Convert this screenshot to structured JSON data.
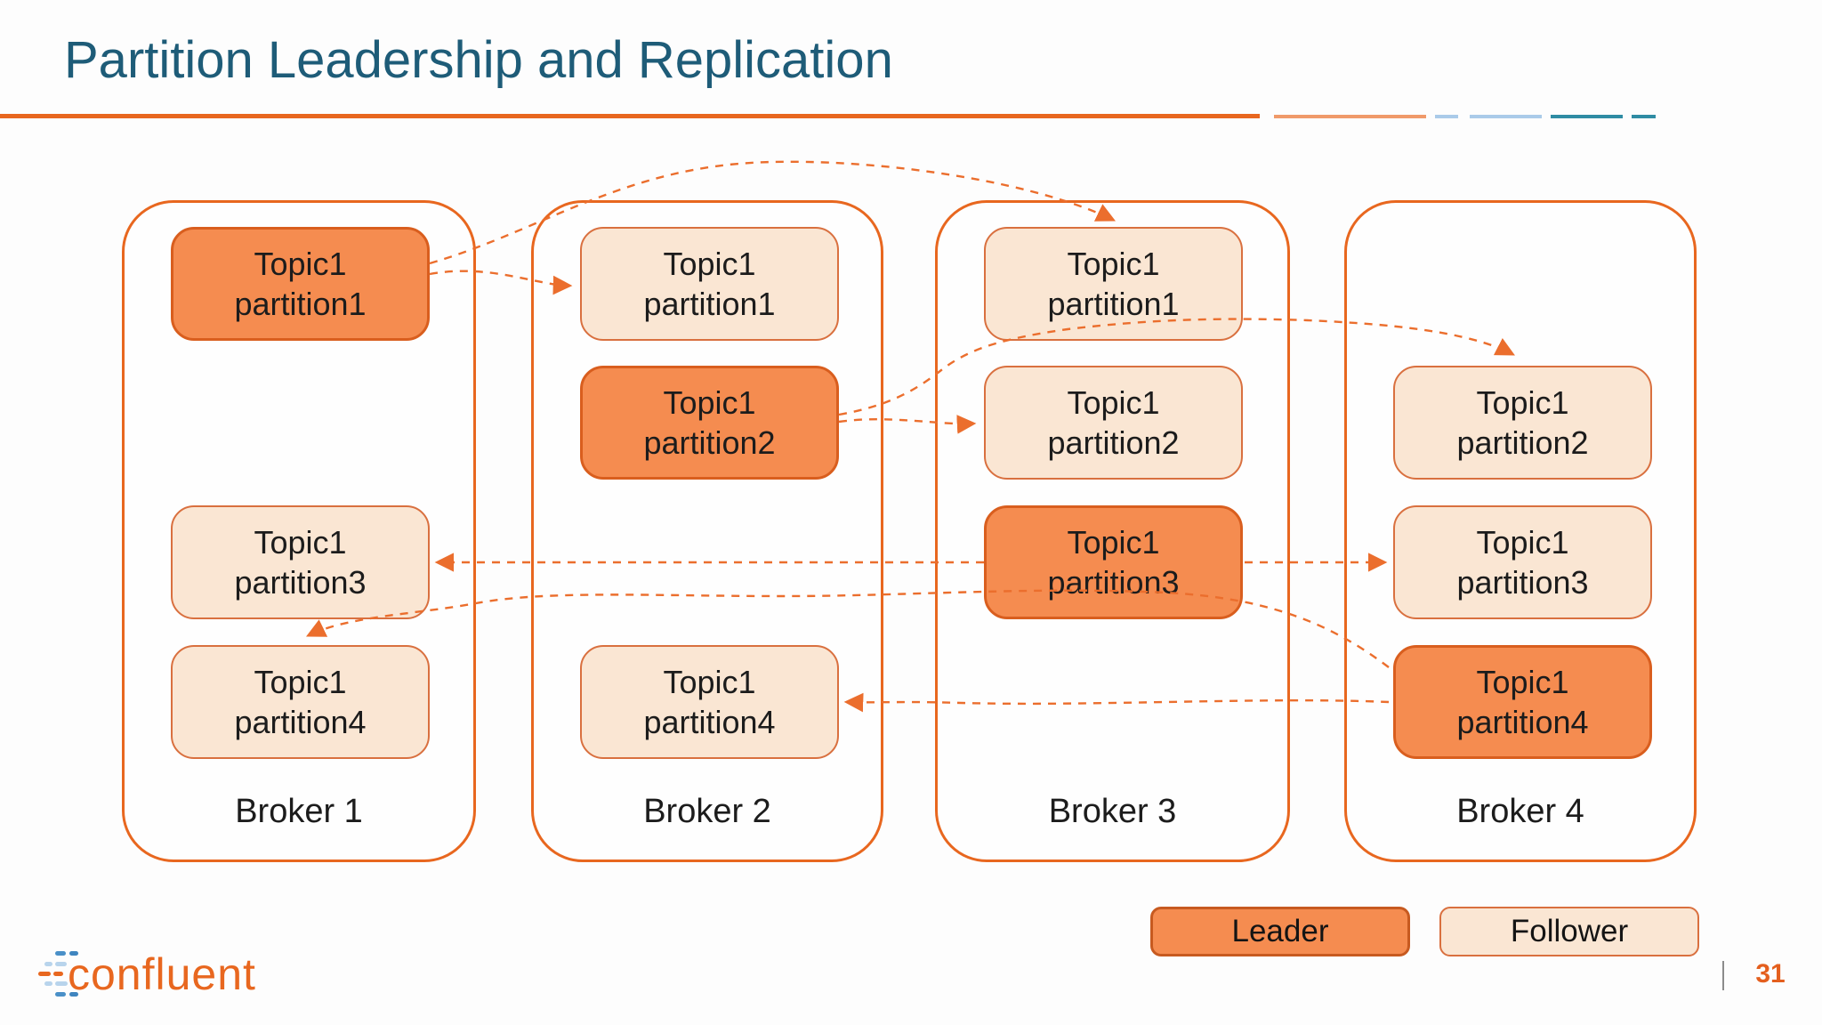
{
  "title": "Partition Leadership and Replication",
  "page_number": "31",
  "logo_text": "confluent",
  "legend": {
    "leader_label": "Leader",
    "follower_label": "Follower"
  },
  "brokers": [
    {
      "label": "Broker 1",
      "partitions": [
        {
          "line1": "Topic1",
          "line2": "partition1",
          "role": "leader"
        },
        {
          "line1": "Topic1",
          "line2": "partition3",
          "role": "follower"
        },
        {
          "line1": "Topic1",
          "line2": "partition4",
          "role": "follower"
        }
      ]
    },
    {
      "label": "Broker 2",
      "partitions": [
        {
          "line1": "Topic1",
          "line2": "partition1",
          "role": "follower"
        },
        {
          "line1": "Topic1",
          "line2": "partition2",
          "role": "leader"
        },
        {
          "line1": "Topic1",
          "line2": "partition4",
          "role": "follower"
        }
      ]
    },
    {
      "label": "Broker 3",
      "partitions": [
        {
          "line1": "Topic1",
          "line2": "partition1",
          "role": "follower"
        },
        {
          "line1": "Topic1",
          "line2": "partition2",
          "role": "follower"
        },
        {
          "line1": "Topic1",
          "line2": "partition3",
          "role": "leader"
        }
      ]
    },
    {
      "label": "Broker 4",
      "partitions": [
        {
          "line1": "Topic1",
          "line2": "partition2",
          "role": "follower"
        },
        {
          "line1": "Topic1",
          "line2": "partition3",
          "role": "follower"
        },
        {
          "line1": "Topic1",
          "line2": "partition4",
          "role": "leader"
        }
      ]
    }
  ],
  "replication_arrows": [
    {
      "from": "broker1.topic1-partition1-leader",
      "to": "broker2.topic1-partition1"
    },
    {
      "from": "broker1.topic1-partition1-leader",
      "to": "broker3.topic1-partition1"
    },
    {
      "from": "broker2.topic1-partition2-leader",
      "to": "broker3.topic1-partition2"
    },
    {
      "from": "broker2.topic1-partition2-leader",
      "to": "broker4.topic1-partition2"
    },
    {
      "from": "broker3.topic1-partition3-leader",
      "to": "broker1.topic1-partition3"
    },
    {
      "from": "broker3.topic1-partition3-leader",
      "to": "broker4.topic1-partition3"
    },
    {
      "from": "broker4.topic1-partition4-leader",
      "to": "broker2.topic1-partition4"
    },
    {
      "from": "broker4.topic1-partition4-leader",
      "to": "broker1.topic1-partition4"
    }
  ],
  "colors": {
    "title_text": "#1e5c78",
    "accent_orange": "#e8671f",
    "accent_light_orange": "#f09a6a",
    "accent_light_blue": "#aacbe9",
    "accent_teal": "#2f8ca4",
    "leader_fill": "#f58c50",
    "leader_border": "#d95e1e",
    "follower_fill": "#fae6d3",
    "follower_border": "#d9703f",
    "arrow": "#eb6e2d",
    "page_number": "#e45f1e",
    "separator_gray": "#8c8c8c",
    "body_text": "#1c1c1c"
  }
}
